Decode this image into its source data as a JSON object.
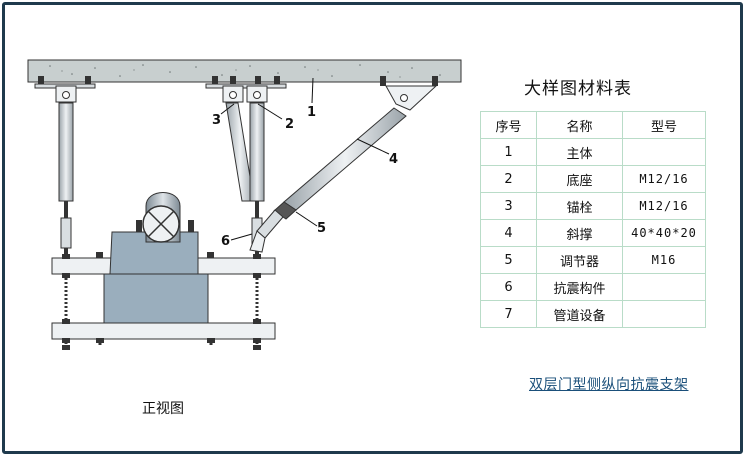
{
  "table": {
    "title": "大样图材料表",
    "headers": [
      "序号",
      "名称",
      "型号"
    ],
    "rows": [
      [
        "1",
        "主体",
        ""
      ],
      [
        "2",
        "底座",
        "M12/16"
      ],
      [
        "3",
        "锚栓",
        "M12/16"
      ],
      [
        "4",
        "斜撑",
        "40*40*20"
      ],
      [
        "5",
        "调节器",
        "M16"
      ],
      [
        "6",
        "抗震构件",
        ""
      ],
      [
        "7",
        "管道设备",
        ""
      ]
    ]
  },
  "subtitle": "双层门型侧纵向抗震支架",
  "view_label": "正视图",
  "callouts": [
    "1",
    "2",
    "3",
    "4",
    "5",
    "6"
  ],
  "colors": {
    "frame": "#1f3a4d",
    "steel": "#c9d1d6",
    "equipment": "#9aaebd",
    "concrete": "#c8cfcf",
    "grid": "#b9dcc8",
    "link": "#1a4f7a"
  }
}
